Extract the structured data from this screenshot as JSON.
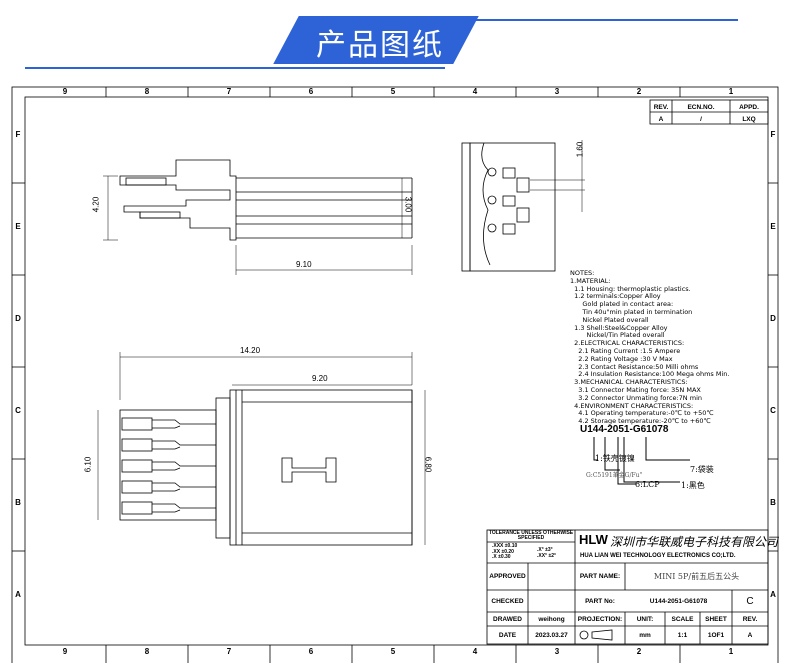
{
  "header": {
    "title": "产品图纸",
    "accent": "#2d63d6"
  },
  "zones": {
    "columns": [
      "9",
      "8",
      "7",
      "6",
      "5",
      "4",
      "3",
      "2",
      "1"
    ],
    "rows": [
      "F",
      "E",
      "D",
      "C",
      "B",
      "A"
    ]
  },
  "revision_table": {
    "headers": [
      "REV.",
      "ECN.NO.",
      "APPD."
    ],
    "row": [
      "A",
      "/",
      "LXQ"
    ]
  },
  "dimensions": {
    "side_height": "4.20",
    "side_inner": "3.00",
    "side_length": "9.10",
    "front_pitch": "1.60",
    "top_total": "14.20",
    "top_body": "9.20",
    "top_width": "6.10",
    "top_height": "6.80"
  },
  "notes": [
    "NOTES:",
    "1.MATERIAL:",
    "  1.1 Housing: thermoplastic plastics.",
    "  1.2 terminals:Copper Alloy",
    "      Gold plated in contact area:",
    "      Tin 40u\"min plated in termination",
    "      Nickel Plated overall",
    "  1.3 Shell:Steel&Copper Alloy",
    "        Nickel/Tin Plated overall",
    "  2.ELECTRICAL CHARACTERISTICS:",
    "    2.1 Rating Current :1.5 Ampere",
    "    2.2 Rating Voltage :30 V Max",
    "    2.3 Contact Resistance:50 Milli ohms",
    "    2.4 Insulation Resistance:100 Mega ohms Min.",
    "  3.MECHANICAL CHARACTERISTICS:",
    "    3.1 Connector Mating force: 35N MAX",
    "    3.2 Connector Unmating force:7N min",
    "  4.ENVIRONMENT CHARACTERISTICS:",
    "    4.1 Operating temperature:-0℃ to +50℃",
    "    4.2 Storage temperature:-20℃ to +60℃"
  ],
  "part_code": {
    "code": "U144-2051-G61078",
    "legend": [
      "1:铁壳镀镍",
      "G:C5191革金G/Fu\"",
      "6:LCP",
      "1:黑色",
      "7:袋装"
    ]
  },
  "title_block": {
    "tolerance_title": "TOLERANCE UNLESS OTHERWISE SPECIFIED",
    "tolerances": [
      ".XXX ±0.10",
      ".XX ±0.20",
      ".X ±0.30",
      ".X° ±3°",
      ".XX° ±2°"
    ],
    "logo": "HLW",
    "company_cn": "深圳市华联威电子科技有限公司",
    "company_en": "HUA LIAN WEI TECHNOLOGY ELECTRONICS CO;LTD.",
    "approved_label": "APPROVED",
    "checked_label": "CHECKED",
    "drawed_label": "DRAWED",
    "date_label": "DATE",
    "drawed_value": "weihong",
    "date_value": "2023.03.27",
    "part_name_label": "PART NAME:",
    "part_name": "MINI 5P/前五后五公头",
    "part_no_label": "PART No:",
    "part_no": "U144-2051-G61078",
    "part_rev": "C",
    "projection_label": "PROJECTION:",
    "unit_label": "UNIT:",
    "scale_label": "SCALE",
    "sheet_label": "SHEET",
    "rev_label": "REV.",
    "unit": "mm",
    "scale": "1:1",
    "sheet": "1OF1",
    "rev": "A"
  }
}
